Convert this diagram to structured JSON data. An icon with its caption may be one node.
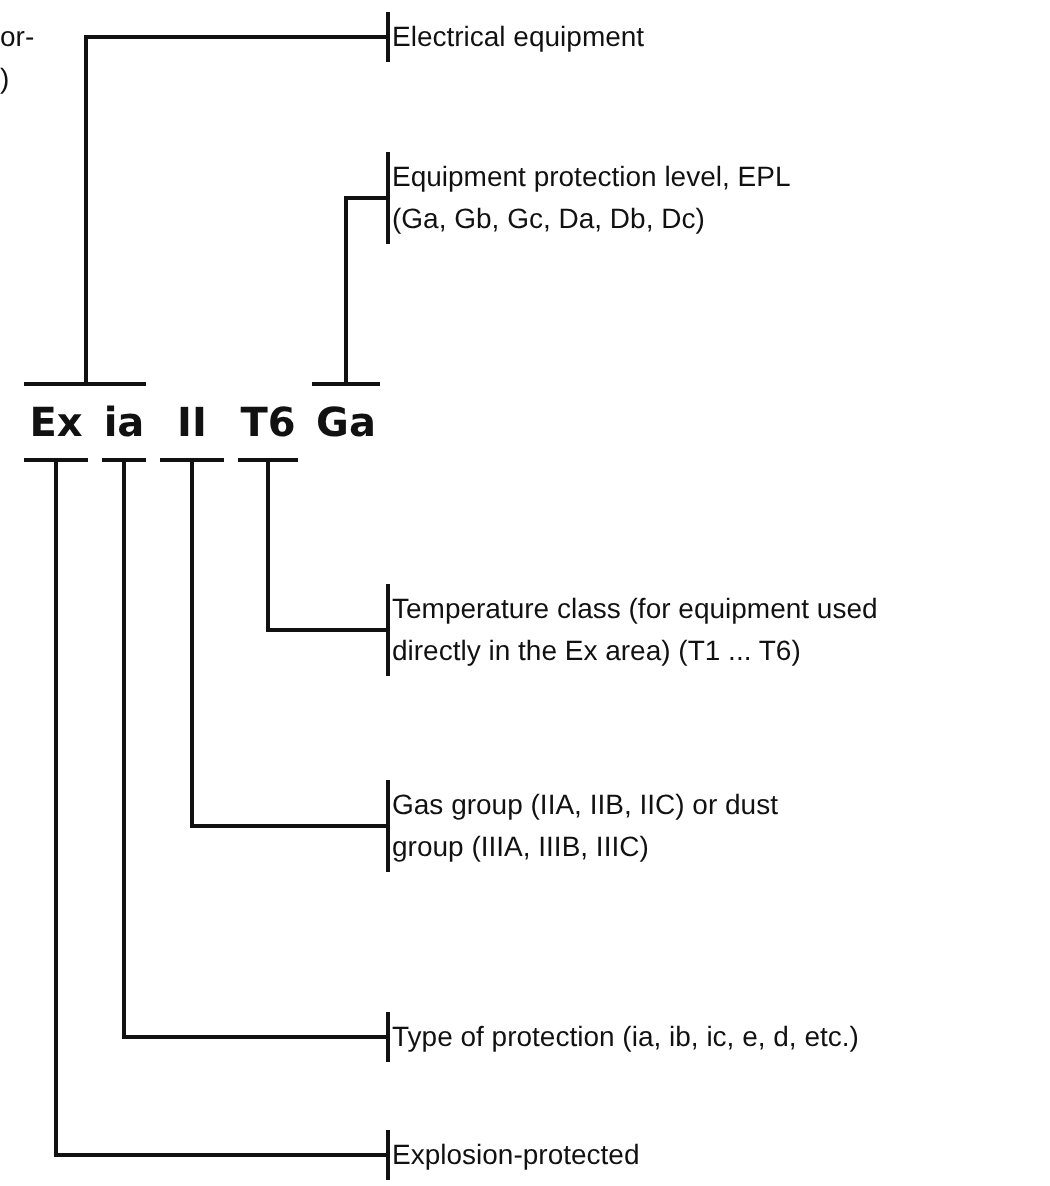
{
  "diagram": {
    "nodes": [
      {
        "text": [
          "Electrical equipment"
        ]
      },
      {
        "text": [
          "Equipment protection level, EPL (Ga, Gb, Gc, Da, Db, Dc)"
        ]
      },
      {
        "text": [
          "Ex"
        ]
      },
      {
        "text": [
          "ia"
        ]
      },
      {
        "text": [
          "II"
        ]
      },
      {
        "text": [
          "T6"
        ]
      },
      {
        "text": [
          "Ga"
        ]
      },
      {
        "text": [
          "Temperature class (for equipment used directly in the Ex area) (T1 ... T6)"
        ]
      },
      {
        "text": [
          "Gas group (IIA, IIB, IIC) or dust group (IIIA, IIIB, IIIC)"
        ]
      },
      {
        "text": [
          "Type of protection (ia, ib, ic, e, d, etc.)"
        ]
      },
      {
        "text": [
          "Explosion-protected"
        ]
      }
    ],
    "edges": [
      {
        "from": 0,
        "to": 2,
        "arrow": "other"
      },
      {
        "from": 0,
        "to": 3,
        "arrow": "other"
      },
      {
        "from": 1,
        "to": 6,
        "arrow": "other"
      },
      {
        "from": 7,
        "to": 5,
        "arrow": "other"
      },
      {
        "from": 8,
        "to": 4,
        "arrow": "other"
      },
      {
        "from": 9,
        "to": 3,
        "arrow": "other"
      },
      {
        "from": 10,
        "to": 2,
        "arrow": "other"
      }
    ],
    "labels": [
      "or- )"
    ]
  }
}
